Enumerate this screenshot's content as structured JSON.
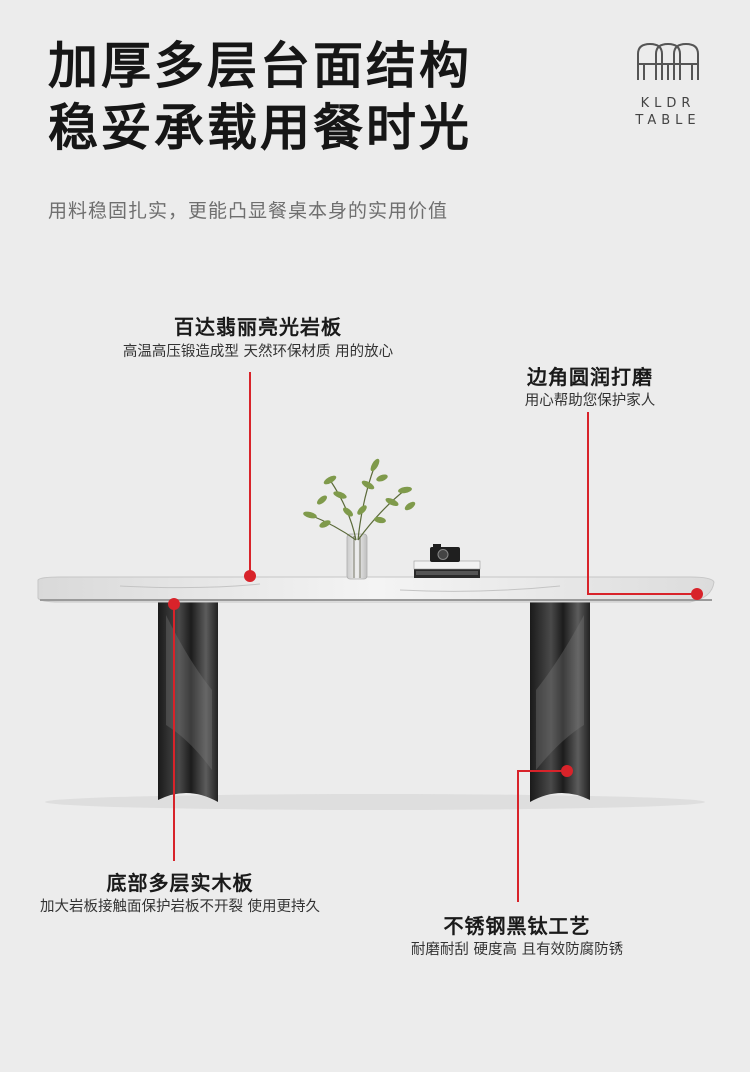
{
  "headline": {
    "line1": "加厚多层台面结构",
    "line2": "稳妥承载用餐时光"
  },
  "subtitle": "用料稳固扎实，更能凸显餐桌本身的实用价值",
  "brand": {
    "line1": "KLDR",
    "line2": "TABLE"
  },
  "callouts": {
    "slab": {
      "title": "百达翡丽亮光岩板",
      "desc": "高温高压锻造成型 天然环保材质 用的放心"
    },
    "edge": {
      "title": "边角圆润打磨",
      "desc": "用心帮助您保护家人"
    },
    "base": {
      "title": "底部多层实木板",
      "desc": "加大岩板接触面保护岩板不开裂 使用更持久"
    },
    "steel": {
      "title": "不锈钢黑钛工艺",
      "desc": "耐磨耐刮 硬度高 且有效防腐防锈"
    }
  },
  "colors": {
    "accent": "#d8232a",
    "background": "#ececec",
    "headline": "#161616"
  }
}
